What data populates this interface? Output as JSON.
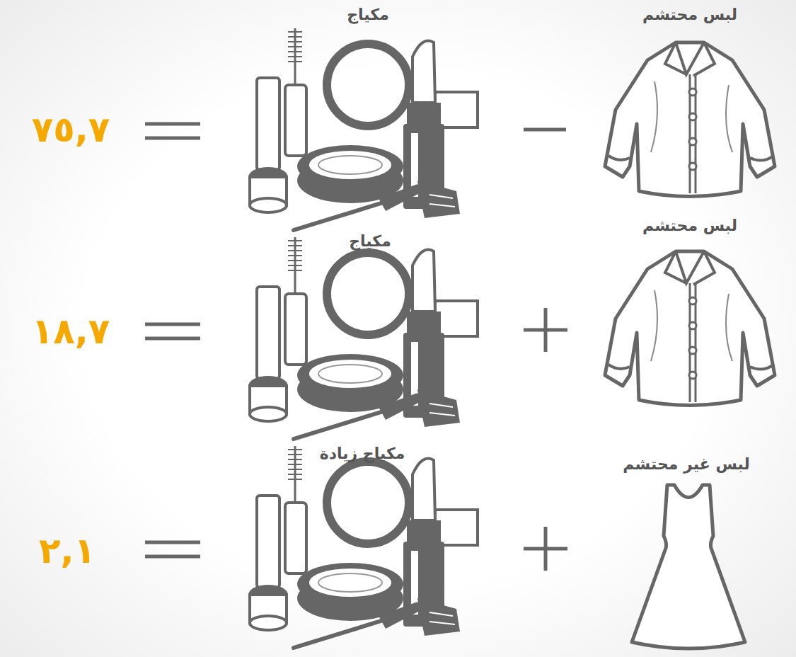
{
  "diagram": {
    "labels": [
      "لبس محتشم",
      "مكياج",
      "٧٥,٧",
      "لبس محتشم",
      "مكياج",
      "١٨,٧",
      "لبس غير محتشم",
      "مكياج زيادة",
      "٢,١"
    ]
  }
}
